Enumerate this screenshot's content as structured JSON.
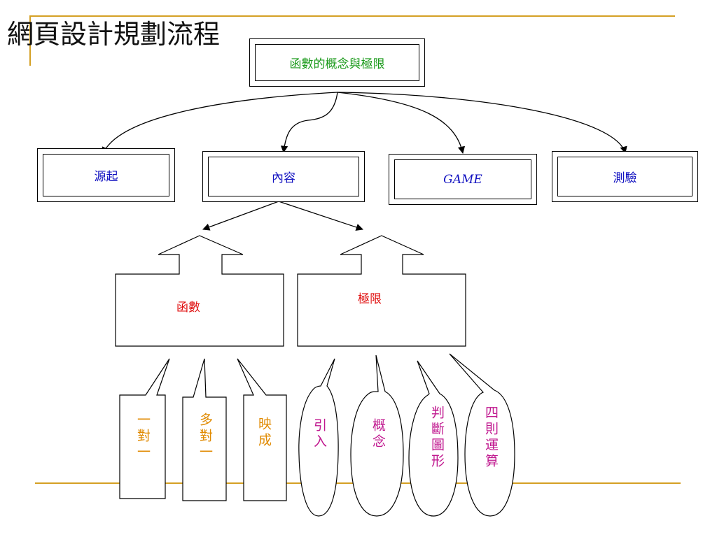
{
  "title": "網頁設計規劃流程",
  "root": {
    "label": "函數的概念與極限"
  },
  "level1": [
    {
      "label": "源起"
    },
    {
      "label": "內容"
    },
    {
      "label": "GAME"
    },
    {
      "label": "測驗"
    }
  ],
  "level2": [
    {
      "label": "函數"
    },
    {
      "label": "極限"
    }
  ],
  "function_callouts": [
    {
      "label": "一對一"
    },
    {
      "label": "多對一"
    },
    {
      "label": "映成"
    }
  ],
  "limit_callouts": [
    {
      "label": "引入"
    },
    {
      "label": "概念"
    },
    {
      "label": "判斷圖形"
    },
    {
      "label": "四則運算"
    }
  ],
  "colors": {
    "accent_rule": "#d4a024",
    "root_text": "#1a9a1a",
    "level1_text": "#1010c0",
    "level2_text": "#e01010",
    "function_callout_text": "#e08a00",
    "limit_callout_text": "#c0188f"
  }
}
